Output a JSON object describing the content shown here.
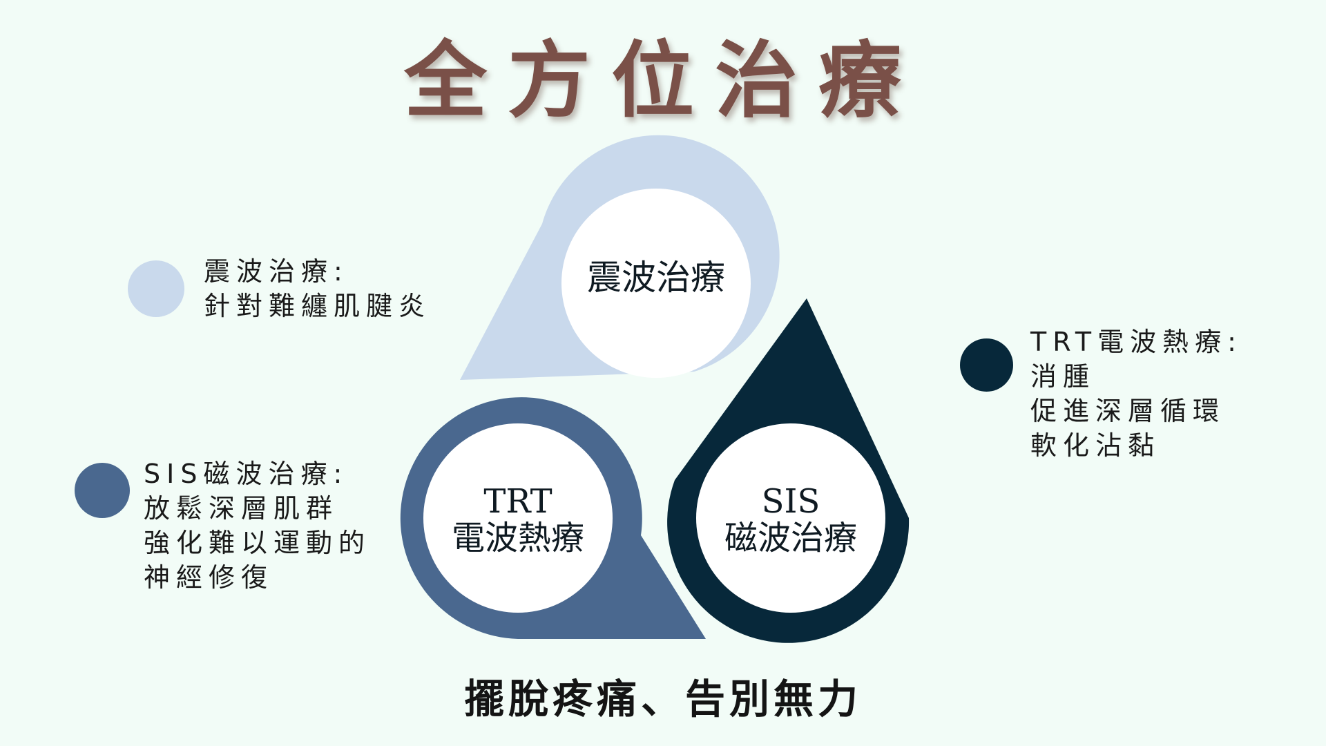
{
  "title": "全方位治療",
  "footer": "擺脫疼痛、告別無力",
  "colors": {
    "background": "#f2fcf7",
    "title": "#7a5048",
    "shock": "#c9d9ec",
    "trt": "#4a688f",
    "sis": "#07283a",
    "inner": "#ffffff"
  },
  "drops": {
    "shock": {
      "lines": [
        "震波治療"
      ]
    },
    "trt": {
      "lines": [
        "TRT",
        "電波熱療"
      ]
    },
    "sis": {
      "lines": [
        "SIS",
        "磁波治療"
      ]
    }
  },
  "legend": {
    "shock": {
      "lines": [
        "震波治療:",
        "針對難纏肌腱炎"
      ]
    },
    "sis": {
      "lines": [
        "SIS磁波治療:",
        "放鬆深層肌群",
        "強化難以運動的",
        "神經修復"
      ]
    },
    "trt": {
      "lines": [
        "TRT電波熱療:",
        "消腫",
        "促進深層循環",
        "軟化沾黏"
      ]
    }
  }
}
